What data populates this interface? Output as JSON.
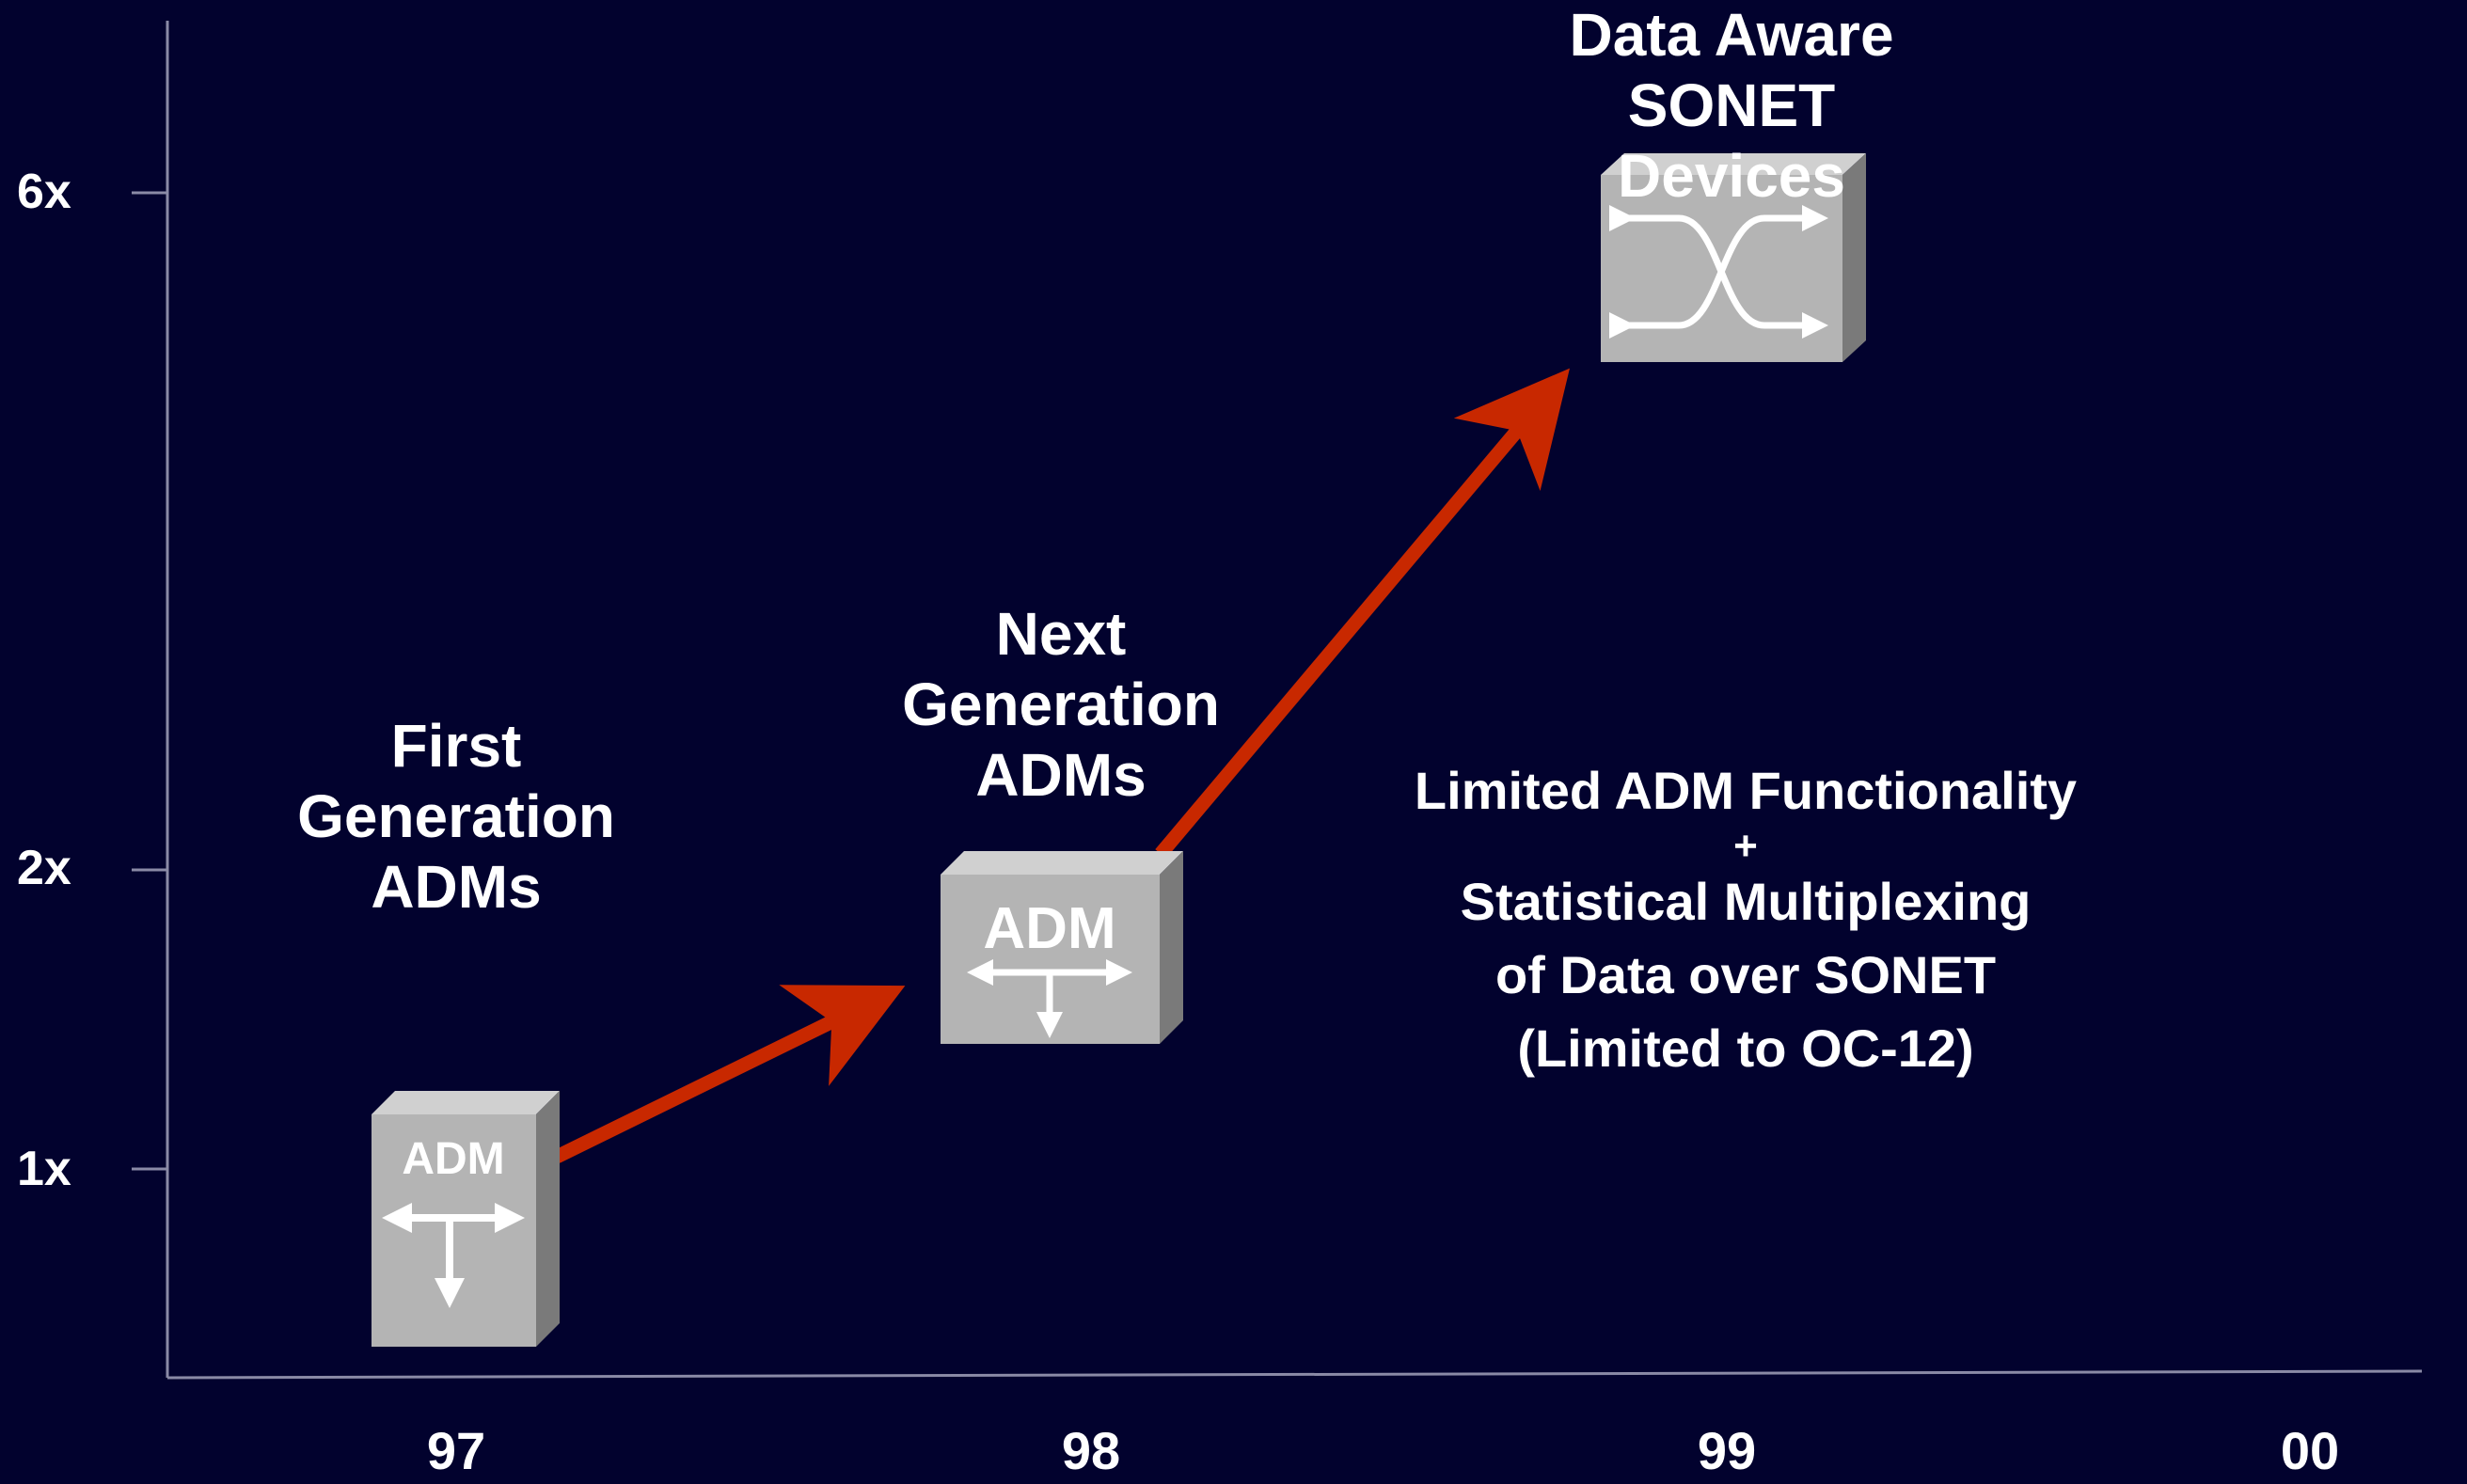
{
  "y_axis": {
    "ticks": [
      "6x",
      "2x",
      "1x"
    ]
  },
  "x_axis": {
    "ticks": [
      "97",
      "98",
      "99",
      "00"
    ]
  },
  "stages": {
    "first": {
      "title_lines": [
        "First",
        "Generation",
        "ADMs"
      ],
      "device_label": "ADM"
    },
    "next": {
      "title_lines": [
        "Next",
        "Generation",
        "ADMs"
      ],
      "device_label": "ADM"
    },
    "data_aware": {
      "title_lines": [
        "Data Aware",
        "SONET",
        "Devices"
      ]
    }
  },
  "description": {
    "line1": "Limited ADM Functionality",
    "plus": "+",
    "line2": "Statistical Multiplexing",
    "line3": "of Data over SONET",
    "line4": "(Limited to OC-12)"
  },
  "colors": {
    "background": "#02022e",
    "arrow": "#c82800",
    "device_face": "#b4b4b4",
    "text": "#ffffff"
  }
}
